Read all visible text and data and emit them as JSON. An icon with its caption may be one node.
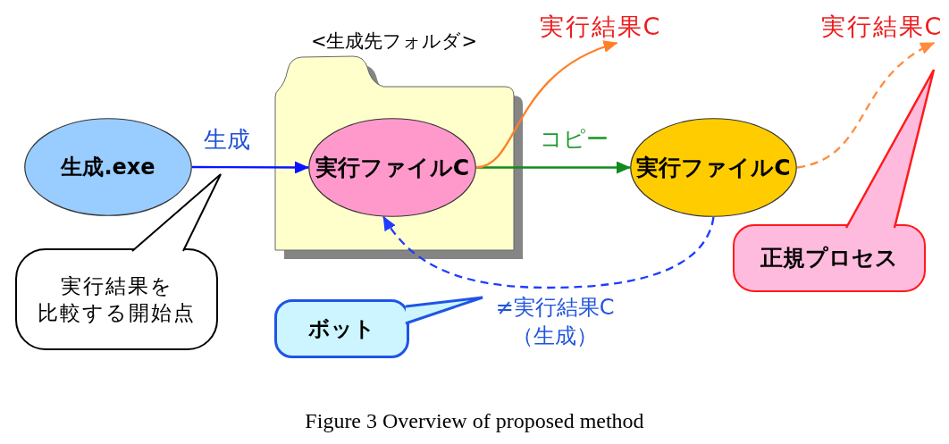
{
  "diagram": {
    "caption": "Figure 3 Overview of proposed method",
    "nodes": [
      {
        "text": [
          "生成.exe"
        ]
      },
      {
        "text": [
          "<生成先フォルダ>"
        ]
      },
      {
        "text": [
          "実行ファイルC"
        ],
        "in": 1
      },
      {
        "text": [
          "実行ファイルC"
        ]
      },
      {
        "text": [
          "実行結果C"
        ]
      },
      {
        "text": [
          "実行結果C"
        ]
      },
      {
        "text": [
          "実行結果を比較する開始点"
        ]
      },
      {
        "text": [
          "正規プロセス"
        ]
      },
      {
        "text": [
          "ボット"
        ]
      }
    ],
    "edges": [
      {
        "from": 0,
        "to": 2,
        "arrow": "to",
        "label": "生成",
        "color": "#0a14ff"
      },
      {
        "from": 2,
        "to": 3,
        "arrow": "to",
        "label": "コピー",
        "color": "#118a1e"
      },
      {
        "from": 2,
        "to": 4,
        "arrow": "to",
        "color": "#ff7f27"
      },
      {
        "from": 3,
        "to": 5,
        "arrow": "to",
        "style": "dashed",
        "color": "#ff8c3c"
      },
      {
        "from": 3,
        "to": 2,
        "arrow": "to",
        "label": "≠実行結果C（生成）",
        "style": "dashed",
        "color": "#1f3cff"
      }
    ]
  }
}
